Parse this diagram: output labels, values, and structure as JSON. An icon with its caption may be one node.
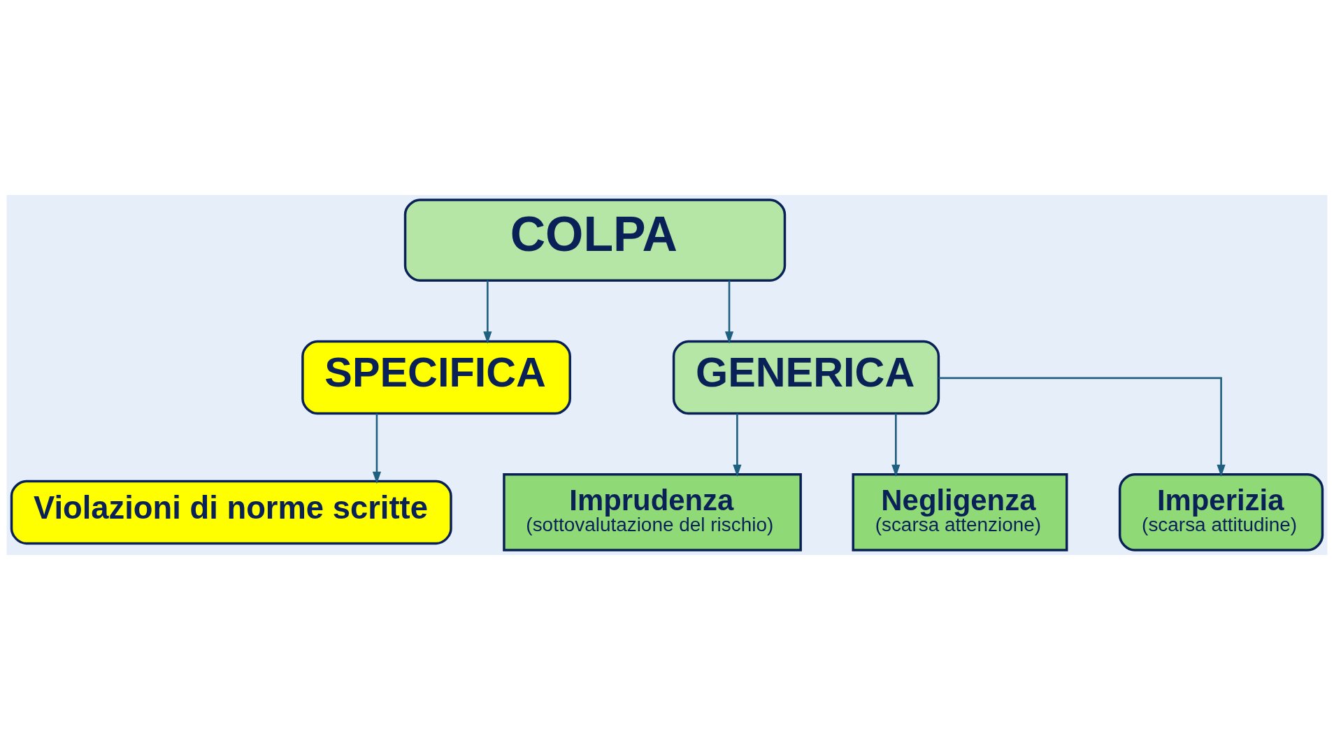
{
  "diagram": {
    "nodes": [
      {
        "text": [
          "COLPA"
        ]
      },
      {
        "text": [
          "SPECIFICA"
        ]
      },
      {
        "text": [
          "GENERICA"
        ]
      },
      {
        "text": [
          "Violazioni di norme scritte"
        ]
      },
      {
        "text": [
          "Imprudenza",
          "(sottovalutazione del rischio)"
        ]
      },
      {
        "text": [
          "Negligenza",
          "(scarsa attenzione)"
        ]
      },
      {
        "text": [
          "Imperizia",
          "(scarsa attitudine)"
        ]
      }
    ],
    "edges": [
      {
        "from": 0,
        "to": 1,
        "arrow": "to"
      },
      {
        "from": 0,
        "to": 2,
        "arrow": "to"
      },
      {
        "from": 1,
        "to": 3,
        "arrow": "to"
      },
      {
        "from": 2,
        "to": 4,
        "arrow": "to"
      },
      {
        "from": 2,
        "to": 6,
        "arrow": "to"
      },
      {
        "from": 2,
        "to": 5,
        "arrow": "to"
      }
    ]
  }
}
